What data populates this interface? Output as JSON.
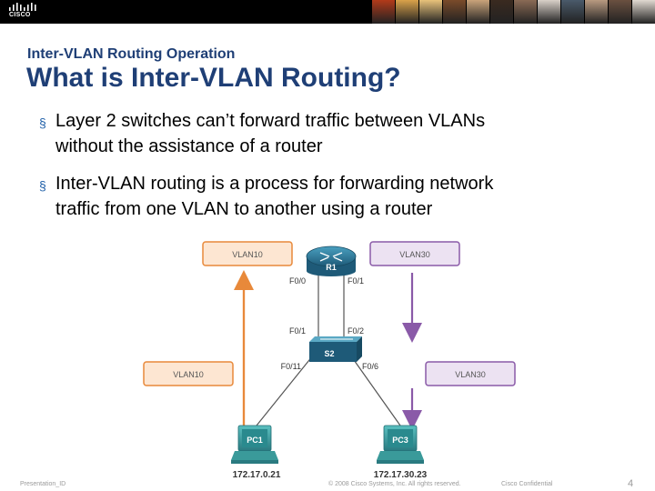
{
  "header": {
    "logo_text": "CISCO",
    "photo_colors": [
      "#b23a1a",
      "#d9a24a",
      "#e8c27a",
      "#7a4b2a",
      "#c9a37a",
      "#3a2a20",
      "#8a6a55",
      "#d8d0c8",
      "#4a5a6a",
      "#b89a80",
      "#6a5040",
      "#e0d8d0"
    ]
  },
  "slide": {
    "subtitle": "Inter-VLAN Routing Operation",
    "title": "What is Inter-VLAN Routing?",
    "bullet_mark": "§",
    "bullets": [
      {
        "line1": "Layer 2 switches can’t forward traffic between VLANs",
        "line2": "without the assistance of a router"
      },
      {
        "line1": "Inter-VLAN routing is a process for forwarding network",
        "line2": "traffic from one VLAN to another using a router"
      }
    ]
  },
  "diagram": {
    "vlan_boxes": {
      "top_left": "VLAN10",
      "top_right": "VLAN30",
      "mid_left": "VLAN10",
      "mid_right": "VLAN30"
    },
    "router": {
      "label": "R1"
    },
    "switch": {
      "label": "S2"
    },
    "ports": {
      "r_f00": "F0/0",
      "r_f01": "F0/1",
      "s_f01": "F0/1",
      "s_f02": "F0/2",
      "s_f011": "F0/11",
      "s_f06": "F0/6"
    },
    "pcs": [
      {
        "label": "PC1",
        "ip": "172.17.0.21"
      },
      {
        "label": "PC3",
        "ip": "172.17.30.23"
      }
    ],
    "colors": {
      "vlan10": "#e8893a",
      "vlan30": "#8a5aa8",
      "cable": "#555555",
      "device": "#2a6f8a",
      "pc": "#3a9a9a"
    }
  },
  "footer": {
    "left": "Presentation_ID",
    "center": "© 2008 Cisco Systems, Inc. All rights reserved.",
    "right": "Cisco Confidential",
    "page": "4"
  }
}
